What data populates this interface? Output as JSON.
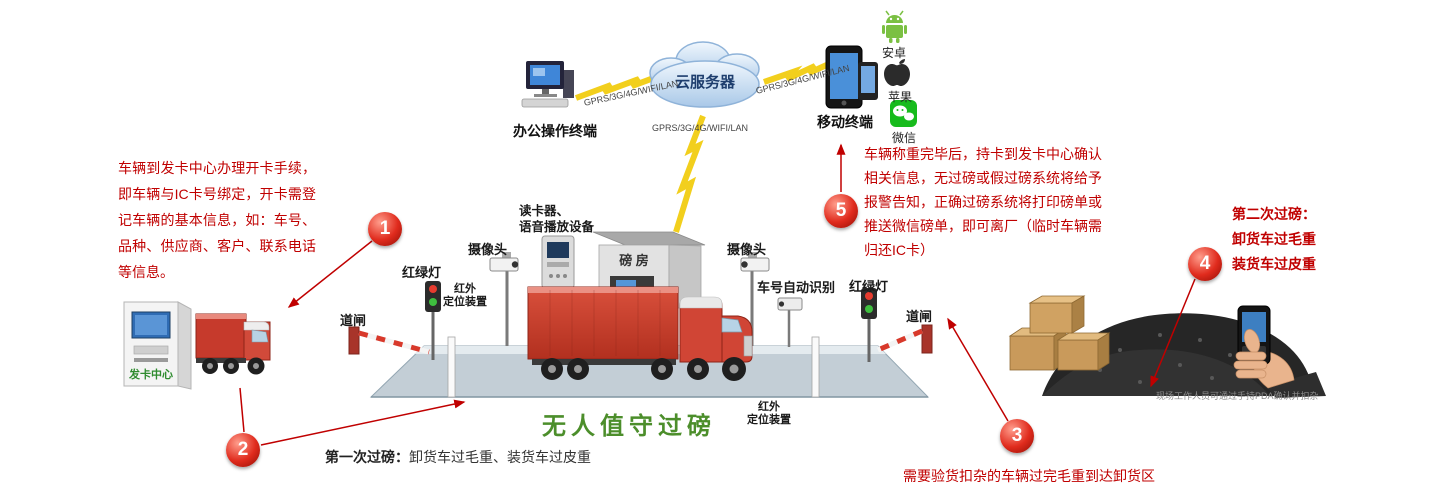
{
  "cloud": {
    "label": "云服务器"
  },
  "network": {
    "gprs_left": "GPRS/3G/4G/WIFI/LAN",
    "gprs_center": "GPRS/3G/4G/WIFI/LAN",
    "gprs_right": "GPRS/3G/4G/WIFI/LAN"
  },
  "terminals": {
    "office": "办公操作终端",
    "mobile": "移动终端",
    "android": "安卓",
    "apple": "苹果",
    "wechat": "微信"
  },
  "steps": {
    "n1": "1",
    "n2": "2",
    "n3": "3",
    "n4": "4",
    "n5": "5",
    "step1_text": "车辆到发卡中心办理开卡手续，即车辆与IC卡号绑定，开卡需登记车辆的基本信息，如：车号、品种、供应商、客户、联系电话等信息。",
    "step5_text": "车辆称重完毕后，持卡到发卡中心确认相关信息，无过磅或假过磅系统将给予报警告知，正确过磅系统将打印磅单或推送微信磅单，即可离厂（临时车辆需归还IC卡）",
    "step4_text": "第二次过磅：\n卸货车过毛重\n装货车过皮重",
    "first_weigh_label": "第一次过磅：",
    "first_weigh_text": "卸货车过毛重、装货车过皮重",
    "step3_text": "需要验货扣杂的车辆过完毛重到达卸货区"
  },
  "scene": {
    "title": "无人值守过磅",
    "card_center": "发卡中心",
    "camera_left": "摄像头",
    "camera_right": "摄像头",
    "traffic_light_left": "红绿灯",
    "traffic_light_right": "红绿灯",
    "barrier_left": "道闸",
    "barrier_right": "道闸",
    "reader": "读卡器、\n语音播放设备",
    "weigh_house": "磅 房",
    "plate_recognition": "车号自动识别",
    "infrared_left": "红外\n定位装置",
    "infrared_right": "红外\n定位装置",
    "pda_caption": "现场工作人员可通过手持PDA确认并扣杂"
  },
  "colors": {
    "annotation_red": "#c00000",
    "title_green": "#4c8e2b",
    "lightning_yellow": "#f2cf1d"
  }
}
